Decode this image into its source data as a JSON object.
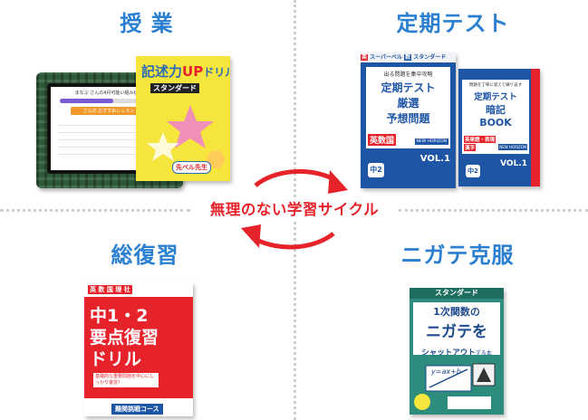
{
  "sections": {
    "lesson": {
      "title": "授 業"
    },
    "test": {
      "title": "定期テスト"
    },
    "review": {
      "title": "総復習"
    },
    "weak": {
      "title": "ニガテ克服"
    }
  },
  "cycle": {
    "label": "無理のない学習サイクル"
  },
  "lesson_items": {
    "tablet_heading": "まなぶ さんの4月可能い組み状況",
    "tablet_sub": "さんの おすすめレッスン",
    "drill_title_1": "記述力",
    "drill_title_2": "UP",
    "drill_title_3": "ドリル",
    "drill_brand": "スタンダード",
    "drill_badge": "先ベル先生"
  },
  "test_items": {
    "book1_header_1": "英",
    "book1_header_2": "スーパーベル",
    "book1_header_3": "数",
    "book1_header_4": "スタンダード",
    "book1_tagline": "出る問題を集中攻略",
    "book1_title_1": "定期テスト",
    "book1_title_2": "厳選",
    "book1_title_3": "予想問題",
    "book1_subjects": "英数国",
    "book1_edition": "NEW HORIZON",
    "book1_vol": "VOL.1",
    "book1_grade": "中2",
    "book2_tagline": "問題を丁寧に覚えて繰り返す",
    "book2_title_1": "定期テスト",
    "book2_title_2": "暗記",
    "book2_title_3": "BOOK",
    "book2_subjects_1": "英単語・表現",
    "book2_subjects_2": "漢字",
    "book2_edition": "NEW HORIZON",
    "book2_vol": "VOL.1",
    "book2_grade": "中2"
  },
  "review_items": {
    "subjects": "英 数 国 理 社",
    "title_1": "中1・2",
    "title_2": "要点復習",
    "title_3": "ドリル",
    "blurb": "基礎的な重要問題を中心にしっかり復習！",
    "footer": "難関挑戦コース"
  },
  "weak_items": {
    "brand": "スタンダード",
    "title_1": "1次関数の",
    "title_2": "ニガテを",
    "title_3": "シャットアウト",
    "title_4": "する本",
    "formula": "y=ax+b"
  },
  "colors": {
    "accent_blue": "#2b7fd0",
    "accent_red": "#e6232a",
    "book_blue": "#1e55a5",
    "drill_yellow": "#f6e53c",
    "weak_teal": "#2d8c7c"
  }
}
